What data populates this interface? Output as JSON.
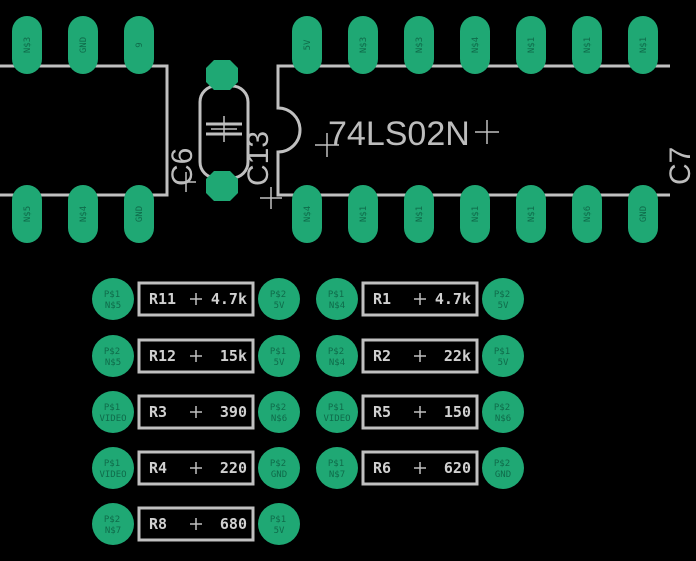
{
  "colors": {
    "background": "#000000",
    "pad": "#1fa874",
    "silkscreen": "#c0c0c0"
  },
  "chip": {
    "name": "74LS02N"
  },
  "capacitors": [
    {
      "ref": "C6"
    },
    {
      "ref": "C13"
    },
    {
      "ref": "C7"
    }
  ],
  "resistors": [
    {
      "ref": "R11",
      "value": "4.7k",
      "pad1": "P$1",
      "pad1_net": "N$5",
      "pad2": "P$2",
      "pad2_net": "5V"
    },
    {
      "ref": "R1",
      "value": "4.7k",
      "pad1": "P$1",
      "pad1_net": "N$4",
      "pad2": "P$2",
      "pad2_net": "5V"
    },
    {
      "ref": "R12",
      "value": "15k",
      "pad1": "P$2",
      "pad1_net": "N$5",
      "pad2": "P$1",
      "pad2_net": "5V"
    },
    {
      "ref": "R2",
      "value": "22k",
      "pad1": "P$2",
      "pad1_net": "N$4",
      "pad2": "P$1",
      "pad2_net": "5V"
    },
    {
      "ref": "R3",
      "value": "390",
      "pad1": "P$1",
      "pad1_net": "VIDEO",
      "pad2": "P$2",
      "pad2_net": "N$6"
    },
    {
      "ref": "R5",
      "value": "150",
      "pad1": "P$1",
      "pad1_net": "VIDEO",
      "pad2": "P$2",
      "pad2_net": "N$6"
    },
    {
      "ref": "R4",
      "value": "220",
      "pad1": "P$1",
      "pad1_net": "VIDEO",
      "pad2": "P$2",
      "pad2_net": "GND"
    },
    {
      "ref": "R6",
      "value": "620",
      "pad1": "P$1",
      "pad1_net": "N$7",
      "pad2": "P$2",
      "pad2_net": "GND"
    },
    {
      "ref": "R8",
      "value": "680",
      "pad1": "P$2",
      "pad1_net": "N$7",
      "pad2": "P$1",
      "pad2_net": "5V"
    }
  ],
  "left_ic_top_pads": [
    "N$3",
    "GND",
    "9"
  ],
  "left_ic_bottom_pads": [
    "N$5",
    "N$4",
    "GND"
  ],
  "chip_top_pads": [
    "5V",
    "N$3",
    "N$3",
    "N$4",
    "N$1",
    "N$1",
    "N$1"
  ],
  "chip_bottom_pads": [
    "N$4",
    "N$1",
    "N$1",
    "N$1",
    "N$1",
    "N$6",
    "GND"
  ]
}
